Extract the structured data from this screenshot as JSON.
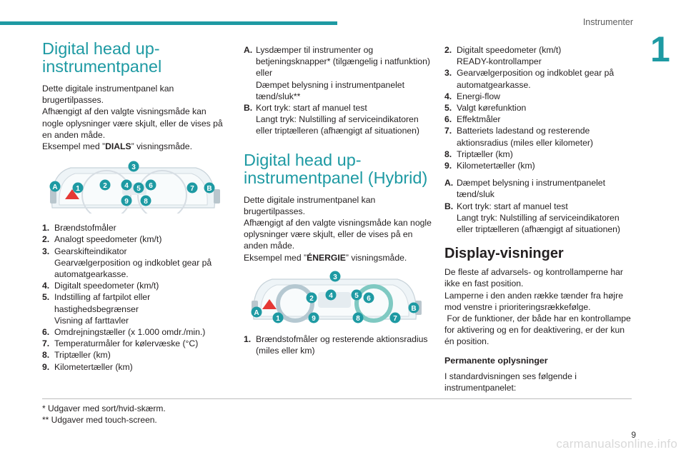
{
  "header": {
    "chapter_title": "Instrumenter",
    "chapter_number": "1"
  },
  "col1": {
    "heading": "Digital head up-instrumentpanel",
    "intro": [
      "Dette digitale instrumentpanel kan brugertilpasses.",
      "Afhængigt af den valgte visningsmåde kan nogle oplysninger være skjult, eller de vises på en anden måde.",
      "Eksempel med ”"
    ],
    "intro_keyword": "DIALS",
    "intro_suffix": "” visningsmåde.",
    "figure_callouts": [
      "1",
      "2",
      "3",
      "4",
      "5",
      "6",
      "7",
      "8",
      "9",
      "A",
      "B"
    ],
    "items": [
      {
        "n": "1.",
        "lines": [
          "Brændstofmåler"
        ]
      },
      {
        "n": "2.",
        "lines": [
          "Analogt speedometer (km/t)"
        ]
      },
      {
        "n": "3.",
        "lines": [
          "Gearskifteindikator",
          "Gearvælgerposition og indkoblet gear på automatgearkasse."
        ]
      },
      {
        "n": "4.",
        "lines": [
          "Digitalt speedometer (km/t)"
        ]
      },
      {
        "n": "5.",
        "lines": [
          "Indstilling af fartpilot eller hastighedsbegrænser",
          "Visning af farttavler"
        ]
      },
      {
        "n": "6.",
        "lines": [
          "Omdrejningstæller (x 1.000 omdr./min.)"
        ]
      },
      {
        "n": "7.",
        "lines": [
          "Temperaturmåler for kølervæske (°C)"
        ]
      },
      {
        "n": "8.",
        "lines": [
          "Triptæller (km)"
        ]
      },
      {
        "n": "9.",
        "lines": [
          "Kilometertæller (km)"
        ]
      }
    ]
  },
  "col2": {
    "items_ab": [
      {
        "n": "A.",
        "lines": [
          "Lysdæmper til instrumenter og betjeningsknapper* (tilgængelig i natfunktion) eller",
          "Dæmpet belysning i instrumentpanelet tænd/sluk**"
        ]
      },
      {
        "n": "B.",
        "lines": [
          "Kort tryk: start af manuel test",
          "Langt tryk: Nulstilling af serviceindikatoren eller triptælleren (afhængigt af situationen)"
        ]
      }
    ],
    "heading": "Digital head up-instrumentpanel (Hybrid)",
    "intro": [
      "Dette digitale instrumentpanel kan brugertilpasses.",
      "Afhængigt af den valgte visningsmåde kan nogle oplysninger være skjult, eller de vises på en anden måde.",
      "Eksempel med ”"
    ],
    "intro_keyword": "ÉNERGIE",
    "intro_suffix": "” visningsmåde.",
    "items": [
      {
        "n": "1.",
        "lines": [
          "Brændstofmåler og resterende aktionsradius (miles eller km)"
        ]
      }
    ]
  },
  "col3": {
    "items": [
      {
        "n": "2.",
        "lines": [
          "Digitalt speedometer (km/t)",
          "READY-kontrollamper"
        ]
      },
      {
        "n": "3.",
        "lines": [
          "Gearvælgerposition og indkoblet gear på automatgearkasse."
        ]
      },
      {
        "n": "4.",
        "lines": [
          "Energi-flow"
        ]
      },
      {
        "n": "5.",
        "lines": [
          "Valgt kørefunktion"
        ]
      },
      {
        "n": "6.",
        "lines": [
          "Effektmåler"
        ]
      },
      {
        "n": "7.",
        "lines": [
          "Batteriets ladestand og resterende aktionsradius (miles eller kilometer)"
        ]
      },
      {
        "n": "8.",
        "lines": [
          "Triptæller (km)"
        ]
      },
      {
        "n": "9.",
        "lines": [
          "Kilometertæller (km)"
        ]
      }
    ],
    "items_ab": [
      {
        "n": "A.",
        "lines": [
          "Dæmpet belysning i instrumentpanelet tænd/sluk"
        ]
      },
      {
        "n": "B.",
        "lines": [
          "Kort tryk: start af manuel test",
          "Langt tryk: Nulstilling af serviceindikatoren eller triptælleren (afhængigt af situationen)"
        ]
      }
    ],
    "heading": "Display-visninger",
    "para": [
      "De fleste af advarsels- og kontrollamperne har ikke en fast position.",
      "Lamperne i den anden række tænder fra højre mod venstre i prioriteringsrækkefølge.",
      " For de funktioner, der både har en kontrollampe for aktivering og en for deaktivering, er der kun én position."
    ],
    "subheading": "Permanente oplysninger",
    "sub_para": "I standardvisningen ses følgende i instrumentpanelet:"
  },
  "footnotes": [
    "* Udgaver med sort/hvid-skærm.",
    "** Udgaver med touch-screen."
  ],
  "page_number": "9",
  "watermark": "carmanualsonline.info",
  "colors": {
    "accent": "#1e9aa3",
    "callout": "#1e9aa3",
    "text": "#231f20"
  }
}
